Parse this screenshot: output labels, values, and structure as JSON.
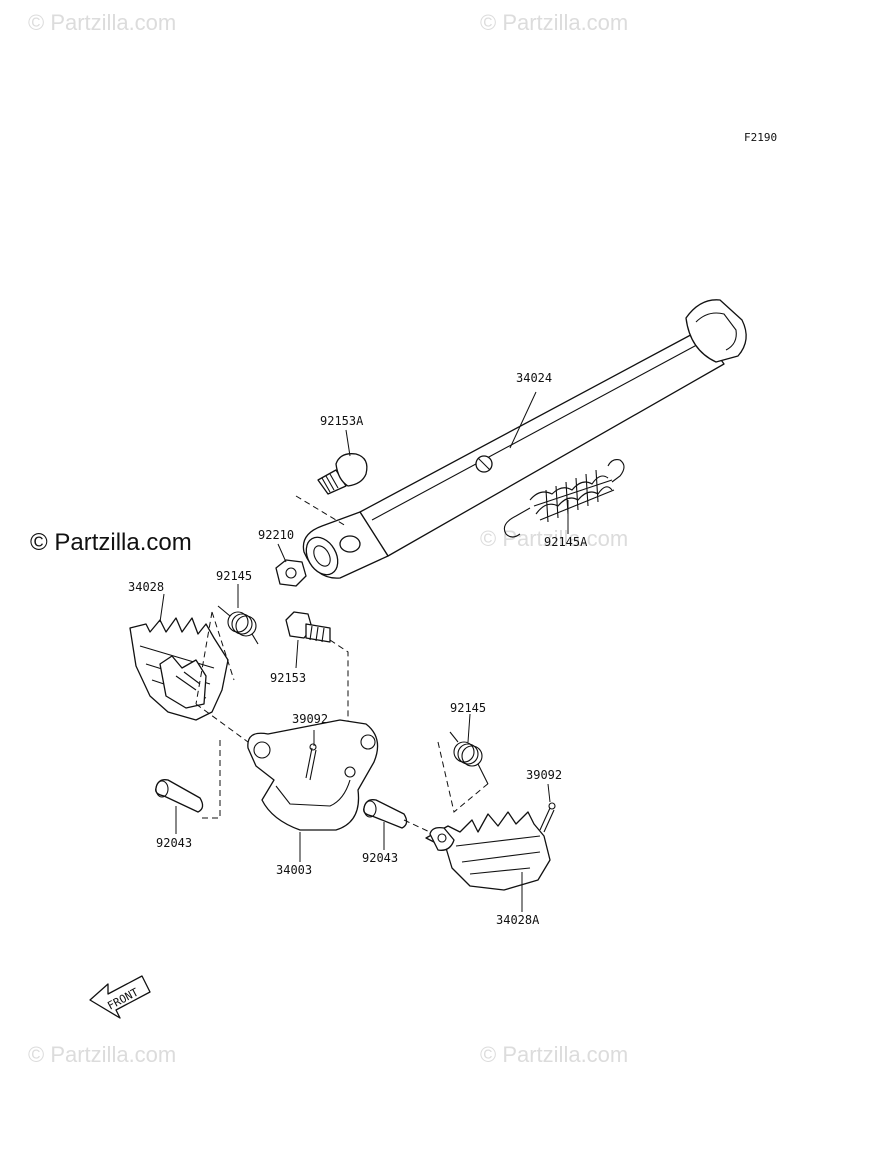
{
  "figure_code": "F2190",
  "watermarks": {
    "small": "© Partzilla.com",
    "main": "© Partzilla.com"
  },
  "front_arrow_label": "FRONT",
  "parts": [
    {
      "key": "side_stand",
      "number": "34024"
    },
    {
      "key": "bolt_a",
      "number": "92153A"
    },
    {
      "key": "nut",
      "number": "92210"
    },
    {
      "key": "stand_spring",
      "number": "92145A"
    },
    {
      "key": "left_footpeg",
      "number": "34028"
    },
    {
      "key": "left_peg_spring",
      "number": "92145"
    },
    {
      "key": "bracket_bolt",
      "number": "92153"
    },
    {
      "key": "left_cotter_pin",
      "number": "39092"
    },
    {
      "key": "left_peg_pin",
      "number": "92043"
    },
    {
      "key": "bracket",
      "number": "34003"
    },
    {
      "key": "right_peg_spring",
      "number": "92145"
    },
    {
      "key": "right_cotter_pin",
      "number": "39092"
    },
    {
      "key": "right_peg_pin",
      "number": "92043"
    },
    {
      "key": "right_footpeg",
      "number": "34028A"
    }
  ]
}
